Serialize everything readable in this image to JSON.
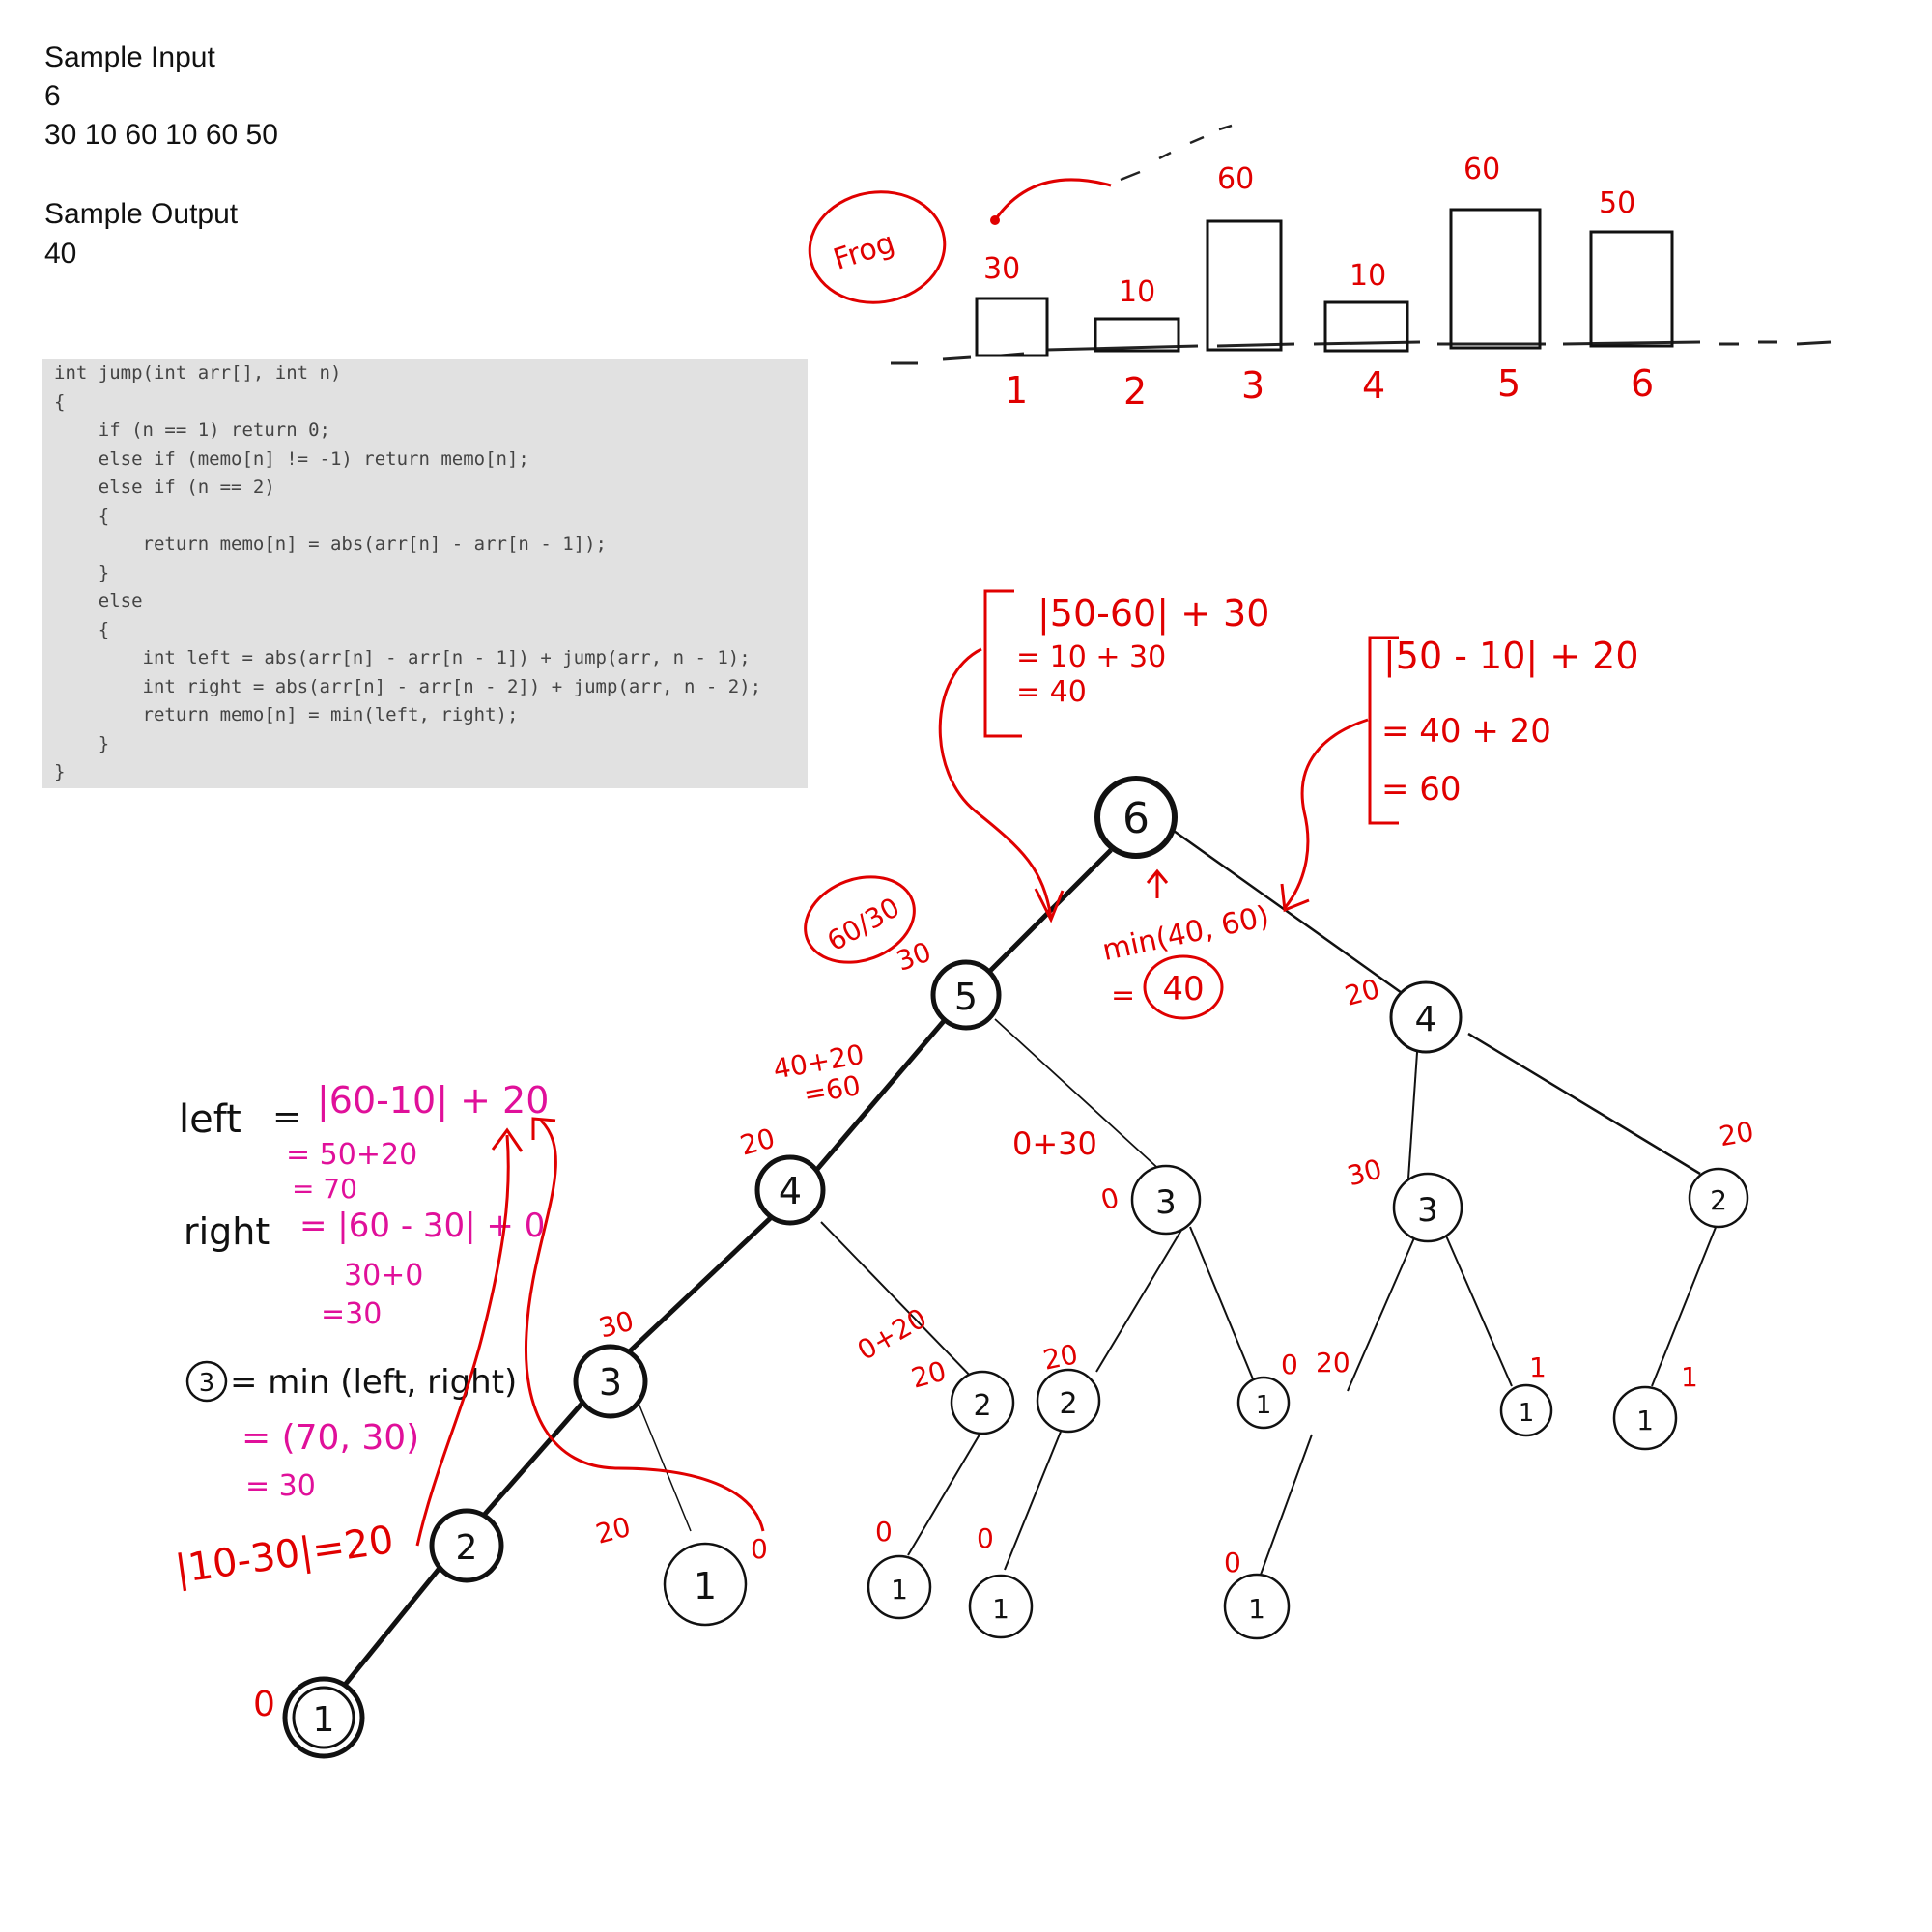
{
  "sample_input": {
    "heading": "Sample Input",
    "n": "6",
    "values": "30 10 60 10 60 50"
  },
  "sample_output": {
    "heading": "Sample Output",
    "value": "40"
  },
  "code": {
    "lines": [
      "int jump(int arr[], int n)",
      "{",
      "    if (n == 1) return 0;",
      "    else if (memo[n] != -1) return memo[n];",
      "    else if (n == 2)",
      "    {",
      "        return memo[n] = abs(arr[n] - arr[n - 1]);",
      "    }",
      "    else",
      "    {",
      "        int left = abs(arr[n] - arr[n - 1]) + jump(arr, n - 1);",
      "        int right = abs(arr[n] - arr[n - 2]) + jump(arr, n - 2);",
      "        return memo[n] = min(left, right);",
      "    }",
      "}"
    ]
  },
  "frog_sketch": {
    "label": "Frog",
    "stones": [
      {
        "index": "1",
        "height": "30"
      },
      {
        "index": "2",
        "height": "10"
      },
      {
        "index": "3",
        "height": "60"
      },
      {
        "index": "4",
        "height": "10"
      },
      {
        "index": "5",
        "height": "60"
      },
      {
        "index": "6",
        "height": "50"
      }
    ]
  },
  "tree": {
    "nodes": [
      "6",
      "5",
      "4",
      "4",
      "3",
      "3",
      "3",
      "2",
      "2",
      "2",
      "2",
      "1",
      "1",
      "1",
      "1",
      "1",
      "1",
      "1",
      "1"
    ],
    "edge_labels": [
      "30",
      "20",
      "20",
      "30",
      "30",
      "0",
      "20",
      "20",
      "0",
      "0",
      "0",
      "0",
      "20",
      "0",
      "1",
      "1",
      "0",
      "0+20",
      "20",
      "0+30",
      "20"
    ]
  },
  "annotations": {
    "root_left_calc": [
      "|50-60| + 30",
      "= 10 + 30",
      "= 40"
    ],
    "root_right_calc": [
      "|50 - 10| + 20",
      "= 40 + 20",
      "= 60"
    ],
    "root_min": "min(40, 60)",
    "root_result": "40",
    "node5_values": "60/30",
    "node5_calc": [
      "40+20",
      "=60"
    ],
    "left_calc": "left",
    "left_expr": "|60-10| + 20",
    "left_step1": "= 50+20",
    "left_step2": "= 70",
    "right_calc": "right",
    "right_expr": "= |60 - 30| + 0",
    "right_step1": "30+0",
    "right_step2": "=30",
    "node3_label": "3",
    "node3_min": "= min (left, right)",
    "node3_pair": "= (70, 30)",
    "node3_result": "= 30",
    "node2_calc": "|10-30|=20"
  }
}
